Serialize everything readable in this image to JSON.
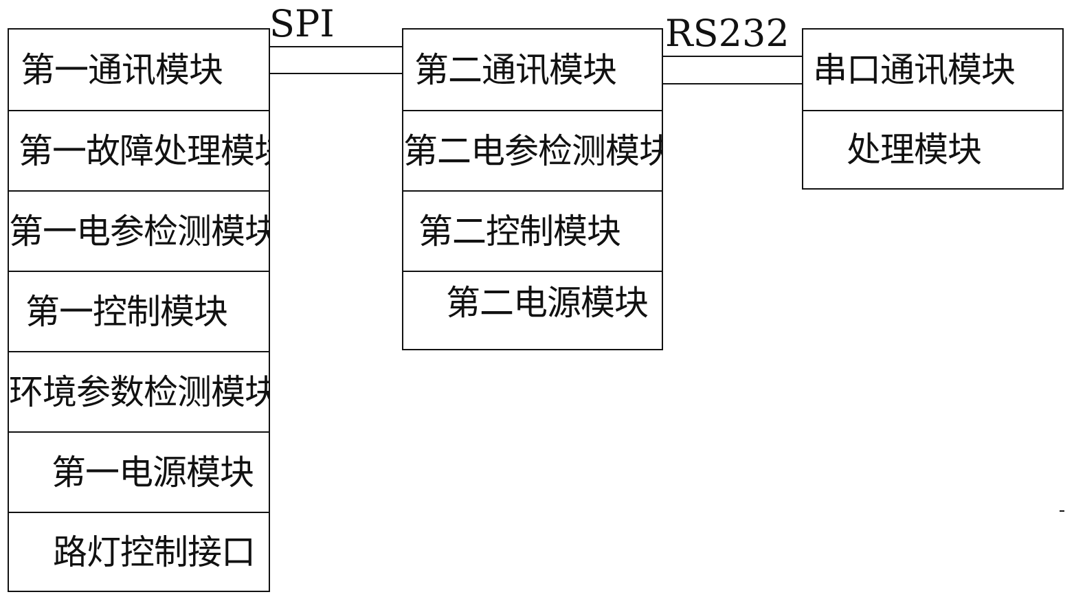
{
  "link_labels": {
    "spi": "SPI",
    "rs232": "RS232"
  },
  "first_unit": [
    "第一通讯模块",
    "第一故障处理模块",
    "第一电参检测模块",
    "第一控制模块",
    "环境参数检测模块",
    "第一电源模块",
    "路灯控制接口"
  ],
  "second_unit": [
    "第二通讯模块",
    "第二电参检测模块",
    "第二控制模块",
    "第二电源模块"
  ],
  "third_unit": [
    "串口通讯模块",
    "处理模块"
  ],
  "colors": {
    "line": "#111111",
    "background": "#ffffff"
  }
}
